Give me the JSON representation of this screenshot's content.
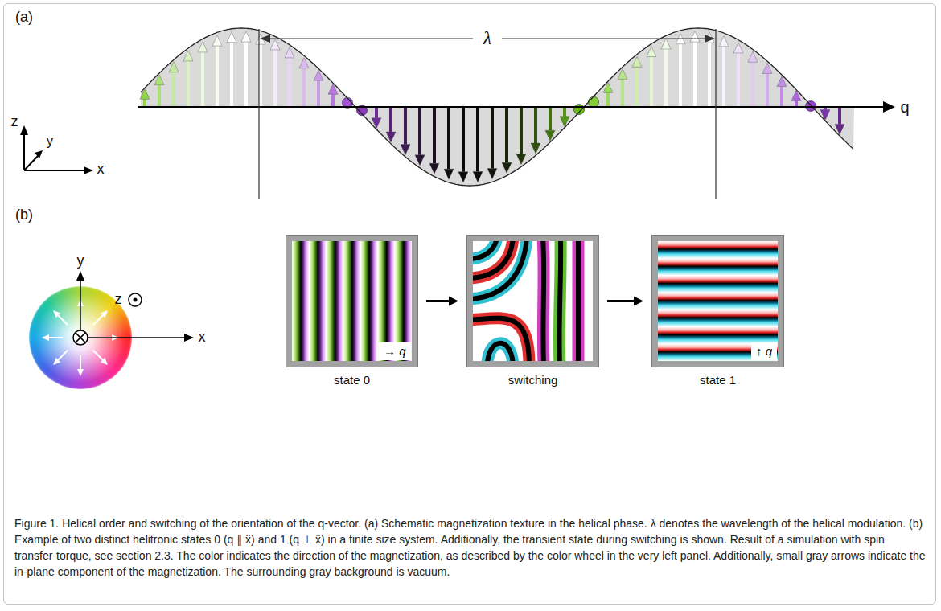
{
  "diagram": {
    "caption": "Figure 1. Helical order and switching of the orientation of the q-vector. (a) Schematic magnetization texture in the helical phase. λ denotes the wavelength of the helical modulation. (b) Example of two distinct helitronic states 0 (q ∥ x̂) and 1 (q ⊥ x̂) in a finite size system. Additionally, the transient state during switching is shown. Result of a simulation with spin transfer-torque, see section 2.3. The color indicates the direction of the magnetization, as described by the color wheel in the very left panel. Additionally, small gray arrows indicate the in-plane component of the magnetization. The surrounding gray background is vacuum.",
    "nodes": [
      {
        "text": [
          "state 0"
        ]
      },
      {
        "text": [
          "→ q"
        ],
        "in": 0
      },
      {
        "text": [
          "switching"
        ]
      },
      {
        "text": [
          "state 1"
        ]
      },
      {
        "text": [
          "↑ q"
        ],
        "in": 3
      }
    ],
    "edges": [
      {
        "from": 0,
        "to": 2,
        "arrow": "to"
      },
      {
        "from": 2,
        "to": 3,
        "arrow": "to"
      }
    ],
    "labels": [
      "(a)",
      "λ",
      "q",
      "z",
      "y",
      "x",
      "(b)",
      "y",
      "z",
      "x"
    ]
  }
}
